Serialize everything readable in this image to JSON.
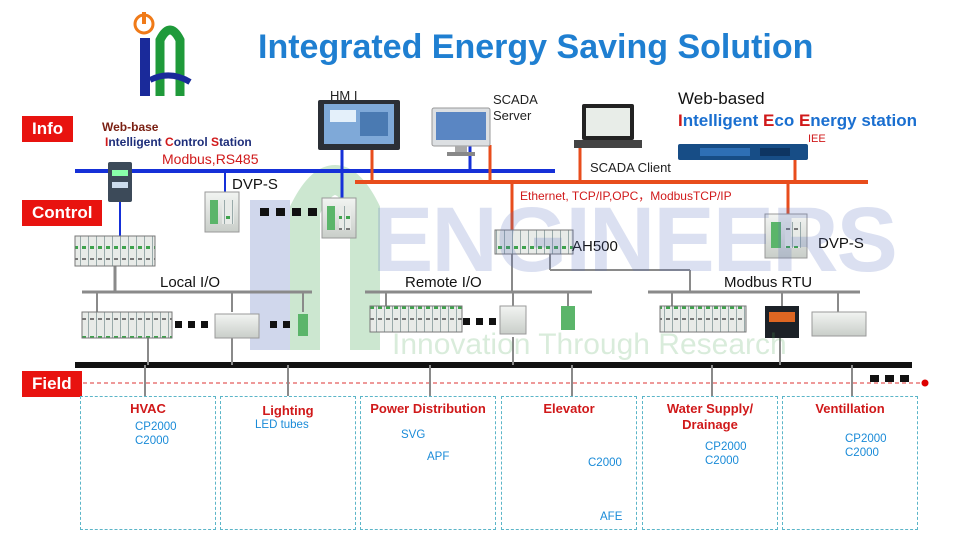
{
  "title": "Integrated Energy Saving Solution",
  "levels": {
    "info": "Info",
    "control": "Control",
    "field": "Field"
  },
  "info": {
    "hmi": "HM I",
    "scada_server_1": "SCADA",
    "scada_server_2": "Server",
    "scada_client": "SCADA Client",
    "web_based": "Web-based",
    "station_word_1": "ntelligent",
    "station_letter_1": "I",
    "station_letter_2": "E",
    "station_word_2": "co",
    "station_letter_3": "E",
    "station_word_3": "nergy station",
    "iee": "IEE",
    "webbase_1": "Web-base",
    "webbase_i": "I",
    "webbase_ntelligent": "ntelligent",
    "webbase_c": "C",
    "webbase_ontrol": "ontrol",
    "webbase_s": "S",
    "webbase_tation": "tation",
    "modbus_rs485": "Modbus,RS485"
  },
  "control": {
    "dvp_s_left": "DVP-S",
    "ethernet": "Ethernet, TCP/IP,OPC，ModbusTCP/IP",
    "ah500": "AH500",
    "dvp_s_right": "DVP-S",
    "local_io": "Local I/O",
    "remote_io": "Remote I/O",
    "modbus_rtu": "Modbus RTU"
  },
  "watermark": {
    "brand": "ENGINEERS",
    "tagline": "Innovation Through Research"
  },
  "panels": [
    {
      "title": "HVAC",
      "labels": [
        "CP2000",
        "C2000"
      ]
    },
    {
      "title": "Lighting",
      "labels": [
        "LED tubes"
      ]
    },
    {
      "title": "Power Distribution",
      "labels": [
        "SVG",
        "APF"
      ]
    },
    {
      "title": "Elevator",
      "labels": [
        "C2000",
        "AFE"
      ]
    },
    {
      "title": "Water Supply/",
      "title2": "Drainage",
      "labels": [
        "CP2000",
        "C2000"
      ]
    },
    {
      "title": "Ventillation",
      "labels": [
        "CP2000",
        "C2000"
      ]
    }
  ],
  "colors": {
    "accent_blue": "#1f7fd1",
    "red": "#e8130f",
    "bus_blue": "#1530d8",
    "bus_red": "#e84d1c",
    "bus_gray": "#8a8a8a",
    "panel_border": "#5bb5c8"
  }
}
